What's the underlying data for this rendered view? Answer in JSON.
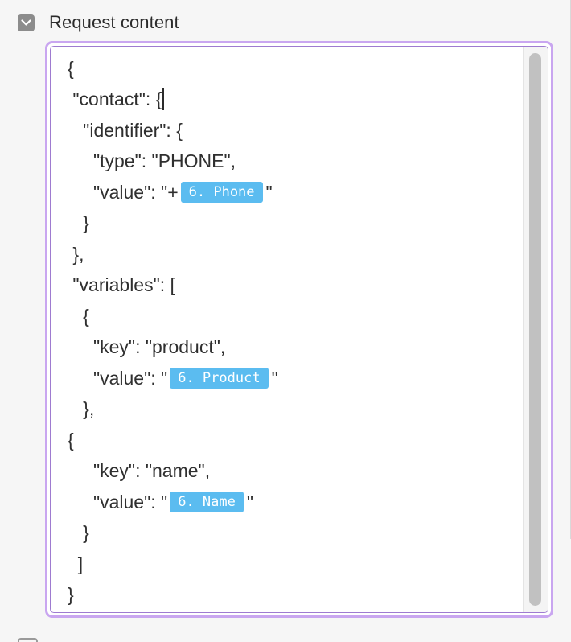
{
  "section": {
    "title": "Request content",
    "toggle_icon": "chevron-down-icon"
  },
  "editor": {
    "lines": [
      "{",
      " \"contact\": {",
      "   \"identifier\": {",
      "     \"type\": \"PHONE\",",
      "     \"value\": \"+",
      "   }",
      " },",
      " \"variables\": [",
      "   {",
      "     \"key\": \"product\",",
      "     \"value\": \"",
      "   },",
      "{",
      "     \"key\": \"name\",",
      "     \"value\": \"",
      "   }",
      "  ]",
      "}"
    ],
    "tokens": {
      "phone": "6. Phone",
      "product": "6. Product",
      "name": "6. Name"
    },
    "closing_quote": "\""
  },
  "colors": {
    "focus_border": "#c9a6f0",
    "token_bg": "#5bbcf0",
    "toggle_bg": "#8c8c8c"
  }
}
